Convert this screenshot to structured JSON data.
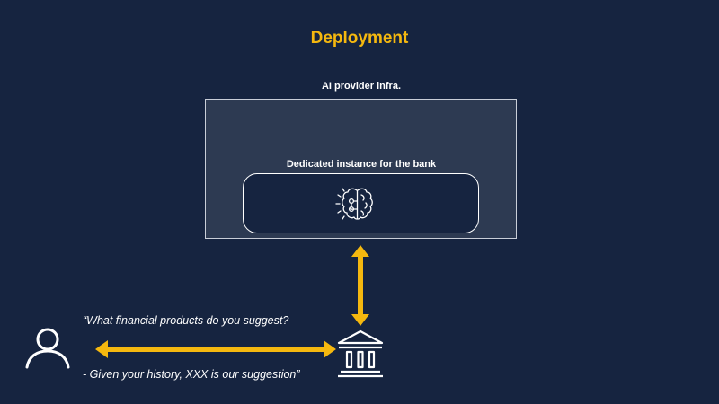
{
  "title": "Deployment",
  "infra": {
    "label": "AI provider  infra."
  },
  "instance": {
    "label": "Dedicated instance for the bank",
    "icon": "ai-brain-icon"
  },
  "conversation": {
    "question": "“What financial products do you suggest?",
    "answer": "- Given your history, XXX is our suggestion”"
  },
  "icons": {
    "user": "user-icon",
    "bank": "bank-icon"
  },
  "colors": {
    "background": "#162440",
    "accent": "#F5B80F",
    "infra_fill": "#2D3A52",
    "text": "#FFFFFF"
  }
}
